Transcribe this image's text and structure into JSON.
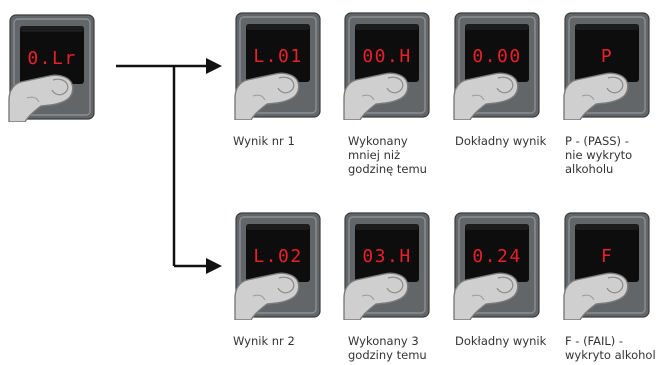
{
  "source": {
    "display": "0.Lr"
  },
  "rows": [
    {
      "panels": [
        {
          "display": "L.01",
          "caption": [
            "Wynik nr 1"
          ]
        },
        {
          "display": "00.H",
          "caption": [
            "Wykonany",
            "mniej niż",
            "godzinę temu"
          ]
        },
        {
          "display": "0.00",
          "caption": [
            "Dokładny wynik"
          ]
        },
        {
          "display": "P",
          "caption": [
            "P - (PASS) -",
            "nie wykryto",
            "alkoholu"
          ]
        }
      ]
    },
    {
      "panels": [
        {
          "display": "L.02",
          "caption": [
            "Wynik nr 2"
          ]
        },
        {
          "display": "03.H",
          "caption": [
            "Wykonany 3",
            "godziny temu"
          ]
        },
        {
          "display": "0.24",
          "caption": [
            "Dokładny wynik"
          ]
        },
        {
          "display": "F",
          "caption": [
            "F - (FAIL) -",
            "wykryto alkohol"
          ]
        }
      ]
    }
  ],
  "colors": {
    "frame": "#636669",
    "frame_light": "#8c8f92",
    "screen": "#0d0d0d",
    "segment": "#e8202a",
    "thumb": "#cfcfcf",
    "arrow": "#111111"
  }
}
